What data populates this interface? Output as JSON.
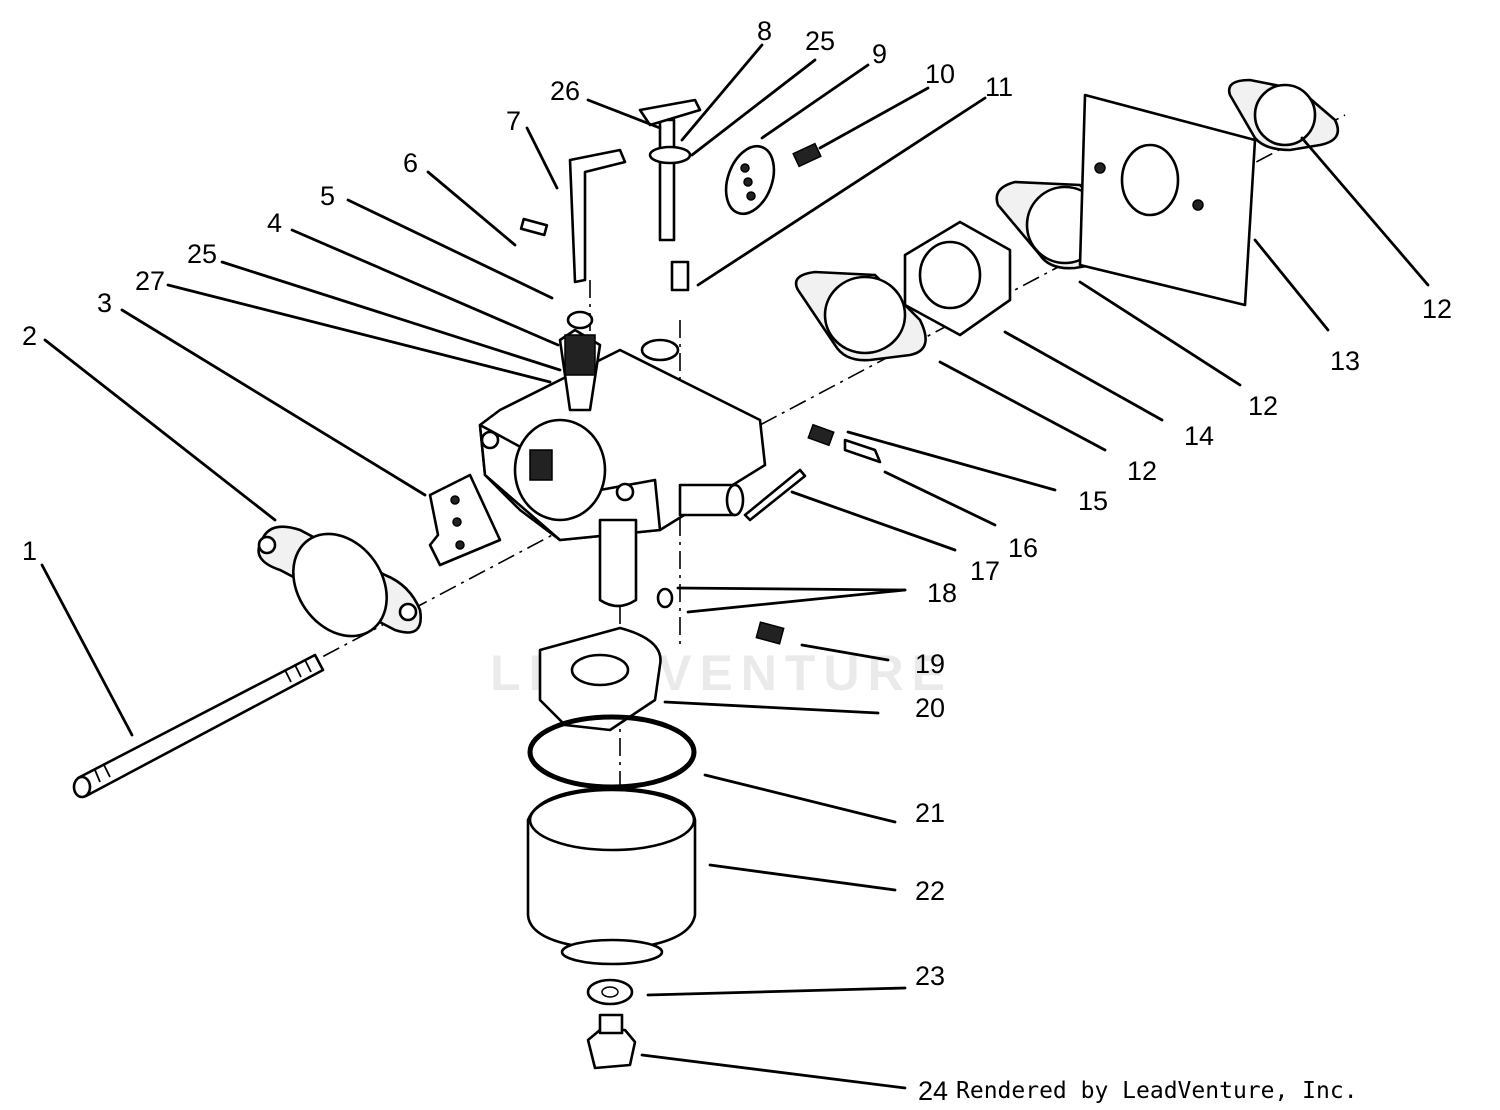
{
  "watermark": {
    "text": "LEADVENTURE"
  },
  "credit": {
    "text": "Rendered by LeadVenture, Inc."
  },
  "callouts": [
    {
      "label": "1"
    },
    {
      "label": "2"
    },
    {
      "label": "3"
    },
    {
      "label": "4"
    },
    {
      "label": "5"
    },
    {
      "label": "6"
    },
    {
      "label": "7"
    },
    {
      "label": "8"
    },
    {
      "label": "25"
    },
    {
      "label": "9"
    },
    {
      "label": "10"
    },
    {
      "label": "11"
    },
    {
      "label": "26"
    },
    {
      "label": "25"
    },
    {
      "label": "27"
    },
    {
      "label": "12"
    },
    {
      "label": "13"
    },
    {
      "label": "12"
    },
    {
      "label": "14"
    },
    {
      "label": "12"
    },
    {
      "label": "15"
    },
    {
      "label": "16"
    },
    {
      "label": "17"
    },
    {
      "label": "18"
    },
    {
      "label": "19"
    },
    {
      "label": "20"
    },
    {
      "label": "21"
    },
    {
      "label": "22"
    },
    {
      "label": "23"
    },
    {
      "label": "24"
    }
  ]
}
